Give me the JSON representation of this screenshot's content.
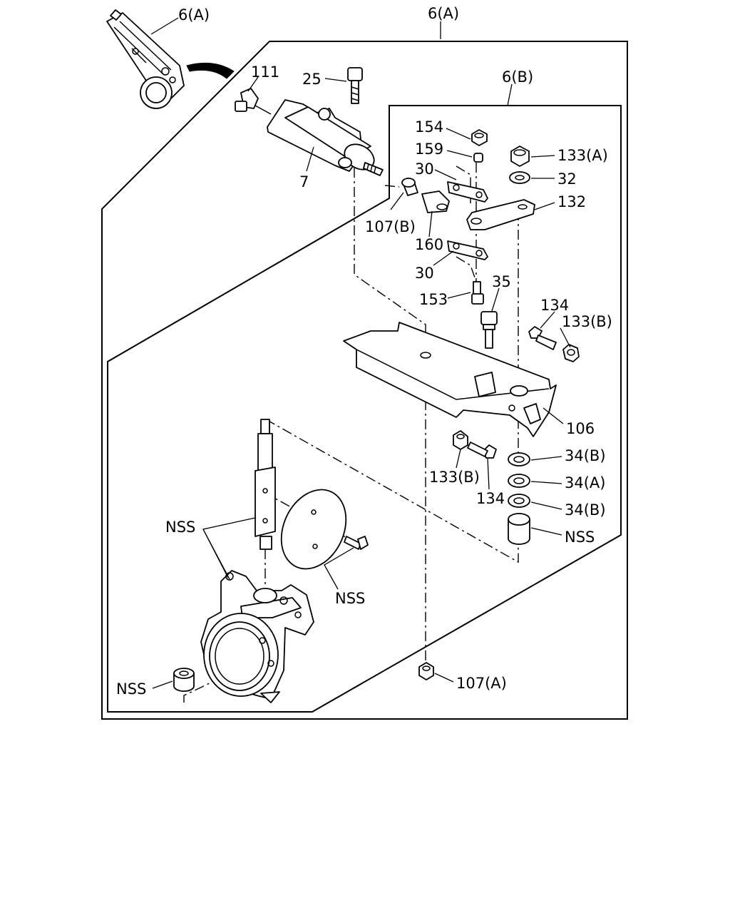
{
  "labels": {
    "inset_6a": "6(A)",
    "frame_6a": "6(A)",
    "frame_6b": "6(B)",
    "p111": "111",
    "p25": "25",
    "p7": "7",
    "p154": "154",
    "p159": "159",
    "p133a": "133(A)",
    "p30_top": "30",
    "p32": "32",
    "p132": "132",
    "p107b": "107(B)",
    "p160": "160",
    "p30_bot": "30",
    "p35": "35",
    "p153": "153",
    "p134_top": "134",
    "p133b_top": "133(B)",
    "p106": "106",
    "p34b_1": "34(B)",
    "p34a": "34(A)",
    "p34b_2": "34(B)",
    "p133b_bot": "133(B)",
    "p134_bot": "134",
    "nss_right": "NSS",
    "nss_shaft": "NSS",
    "nss_plate": "NSS",
    "nss_bushing": "NSS",
    "p107a": "107(A)"
  }
}
